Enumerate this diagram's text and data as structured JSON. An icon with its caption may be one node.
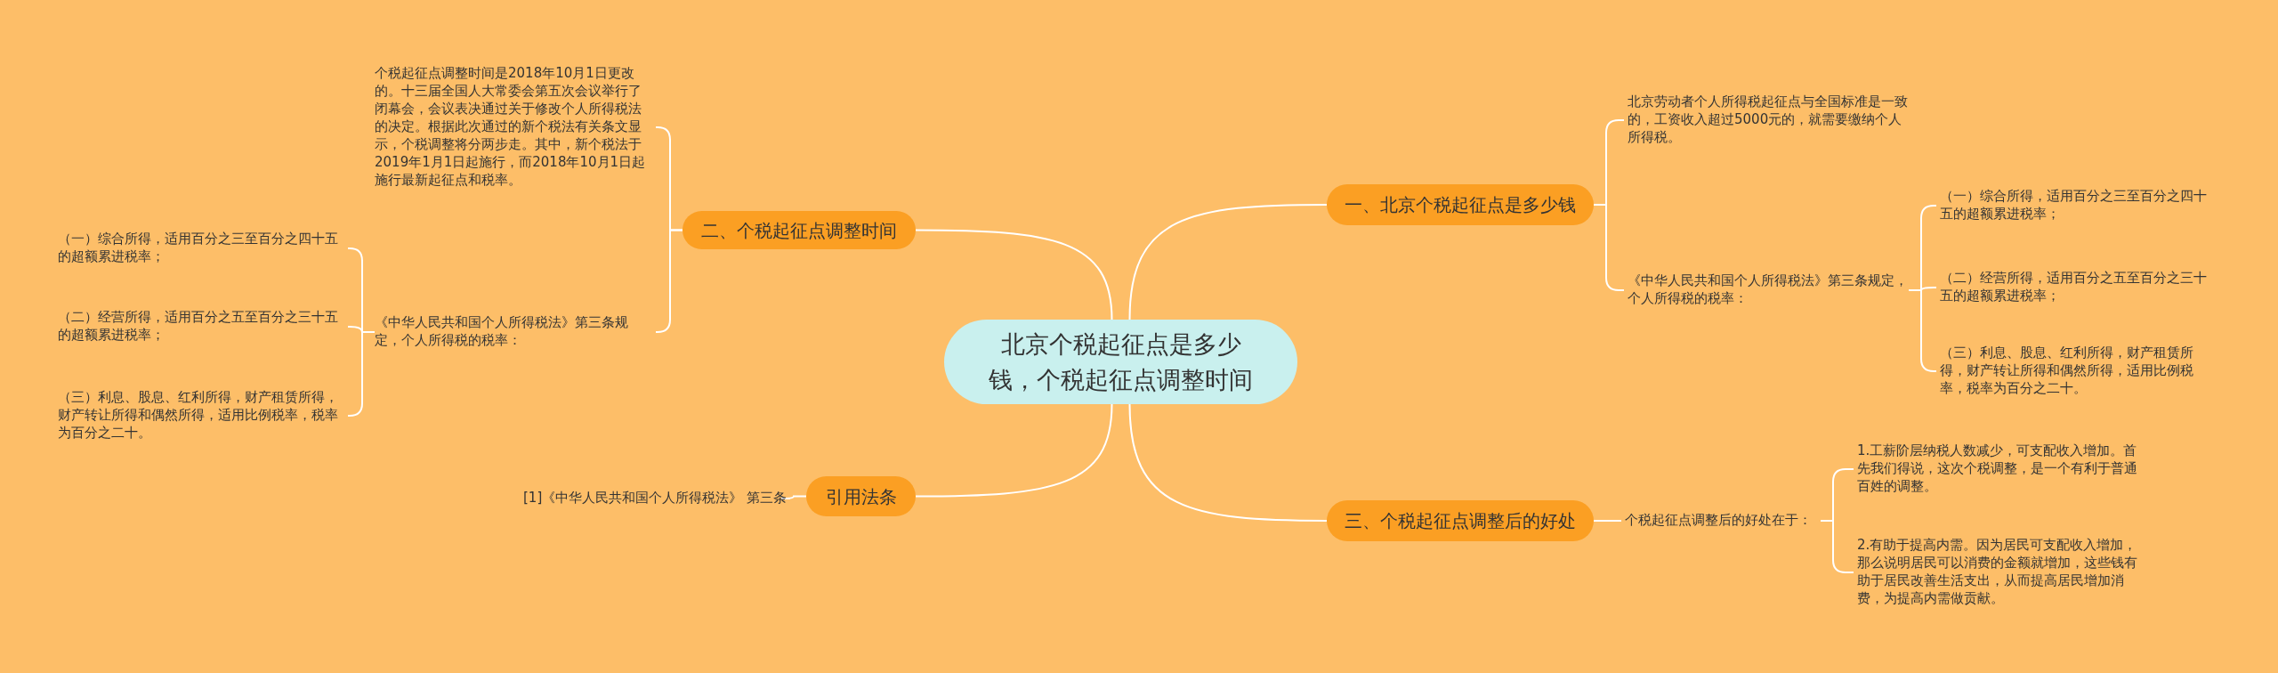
{
  "diagram": {
    "nodes": [
      {
        "text": [
          "北京个税起征点是多少钱，个税起征点调整时间"
        ]
      },
      {
        "text": [
          "一、北京个税起征点是多少钱"
        ]
      },
      {
        "text": [
          "北京劳动者个人所得税起征点与全国标准是一致的，工资收入超过5000元的，就需要缴纳个人所得税。"
        ]
      },
      {
        "text": [
          "《中华人民共和国个人所得税法》第三条规定，个人所得税的税率："
        ]
      },
      {
        "text": [
          "（一）综合所得，适用百分之三至百分之四十五的超额累进税率；"
        ]
      },
      {
        "text": [
          "（二）经营所得，适用百分之五至百分之三十五的超额累进税率；"
        ]
      },
      {
        "text": [
          "（三）利息、股息、红利所得，财产租赁所得，财产转让所得和偶然所得，适用比例税率，税率为百分之二十。"
        ]
      },
      {
        "text": [
          "三、个税起征点调整后的好处"
        ]
      },
      {
        "text": [
          "个税起征点调整后的好处在于："
        ]
      },
      {
        "text": [
          "1.工薪阶层纳税人数减少，可支配收入增加。首先我们得说，这次个税调整，是一个有利于普通百姓的调整。"
        ]
      },
      {
        "text": [
          "2.有助于提高内需。因为居民可支配收入增加，那么说明居民可以消费的金额就增加，这些钱有助于居民改善生活支出，从而提高居民增加消费，为提高内需做贡献。"
        ]
      },
      {
        "text": [
          "二、个税起征点调整时间"
        ]
      },
      {
        "text": [
          "个税起征点调整时间是2018年10月1日更改的。十三届全国人大常委会第五次会议举行了闭幕会，会议表决通过关于修改个人所得税法的决定。根据此次通过的新个税法有关条文显示，个税调整将分两步走。其中，新个税法于2019年1月1日起施行，而2018年10月1日起施行最新起征点和税率。"
        ]
      },
      {
        "text": [
          "《中华人民共和国个人所得税法》第三条规定，个人所得税的税率："
        ]
      },
      {
        "text": [
          "（一）综合所得，适用百分之三至百分之四十五的超额累进税率；"
        ]
      },
      {
        "text": [
          "（二）经营所得，适用百分之五至百分之三十五的超额累进税率；"
        ]
      },
      {
        "text": [
          "（三）利息、股息、红利所得，财产租赁所得，财产转让所得和偶然所得，适用比例税率，税率为百分之二十。"
        ]
      },
      {
        "text": [
          "引用法条"
        ]
      },
      {
        "text": [
          "[1]《中华人民共和国个人所得税法》 第三条"
        ]
      }
    ],
    "edges": [
      {
        "from": 0,
        "to": 1,
        "arrow": "none"
      },
      {
        "from": 1,
        "to": 2,
        "arrow": "none"
      },
      {
        "from": 1,
        "to": 3,
        "arrow": "none"
      },
      {
        "from": 3,
        "to": 4,
        "arrow": "none"
      },
      {
        "from": 3,
        "to": 5,
        "arrow": "none"
      },
      {
        "from": 3,
        "to": 6,
        "arrow": "none"
      },
      {
        "from": 0,
        "to": 7,
        "arrow": "none"
      },
      {
        "from": 7,
        "to": 8,
        "arrow": "none"
      },
      {
        "from": 8,
        "to": 9,
        "arrow": "none"
      },
      {
        "from": 8,
        "to": 10,
        "arrow": "none"
      },
      {
        "from": 0,
        "to": 11,
        "arrow": "none"
      },
      {
        "from": 11,
        "to": 12,
        "arrow": "none"
      },
      {
        "from": 11,
        "to": 13,
        "arrow": "none"
      },
      {
        "from": 13,
        "to": 14,
        "arrow": "none"
      },
      {
        "from": 13,
        "to": 15,
        "arrow": "none"
      },
      {
        "from": 13,
        "to": 16,
        "arrow": "none"
      },
      {
        "from": 0,
        "to": 17,
        "arrow": "none"
      },
      {
        "from": 17,
        "to": 18,
        "arrow": "none"
      }
    ]
  }
}
